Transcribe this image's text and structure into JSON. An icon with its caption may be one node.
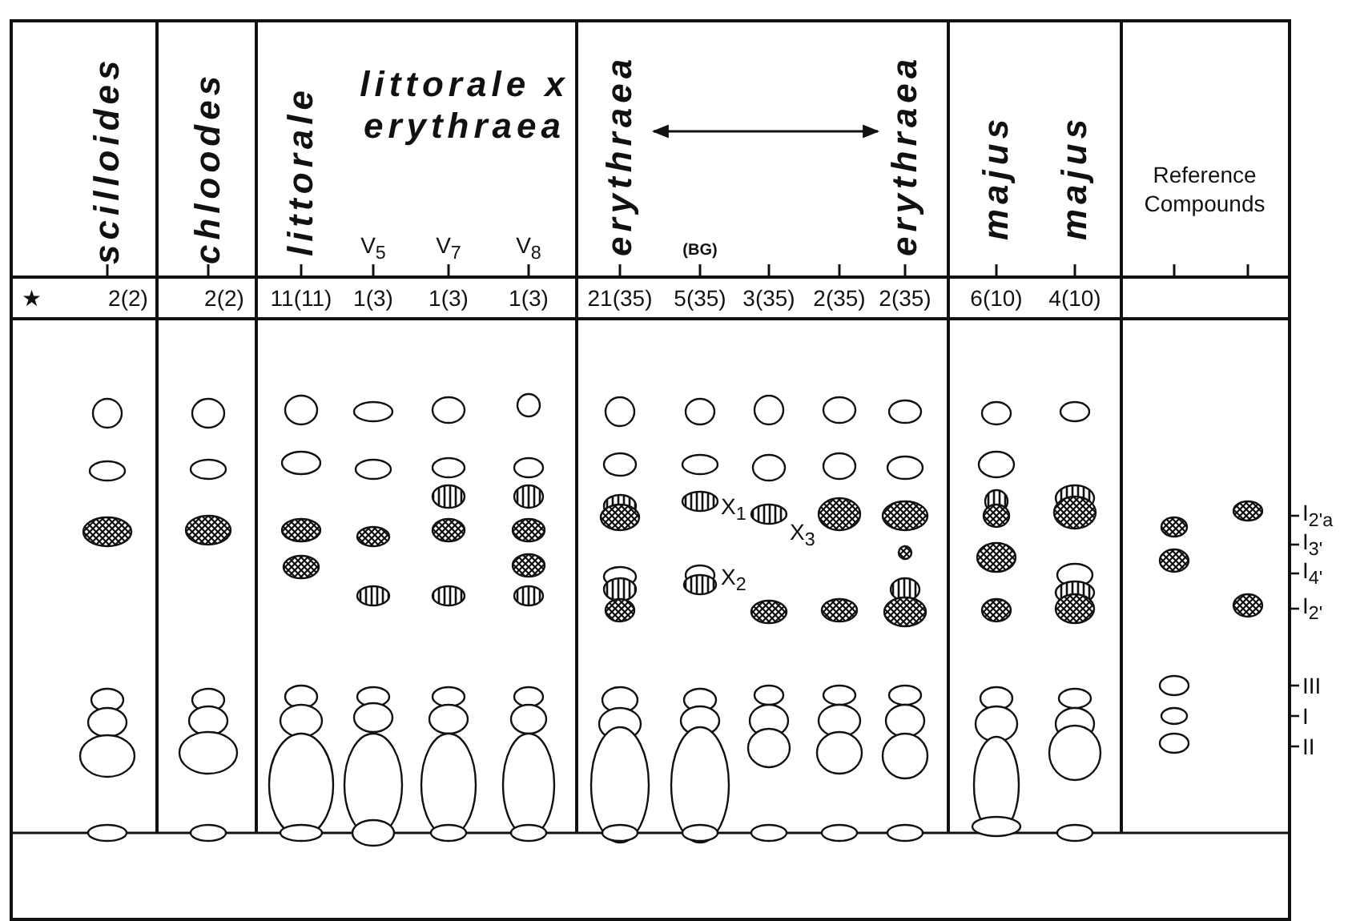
{
  "diagram": {
    "labels": [
      "scilloides",
      "chloodes",
      "littorale",
      "littorale x erythraea",
      "V$_{5}$",
      "V$_{7}$",
      "V$_{8}$",
      "erythraea",
      "(BG)",
      "erythraea",
      "majus",
      "majus",
      "Reference Compounds",
      "★",
      "2(2)",
      "2(2)",
      "11(11)",
      "1(3)",
      "1(3)",
      "1(3)",
      "21(35)",
      "5(35)",
      "3(35)",
      "2(35)",
      "2(35)",
      "6(10)",
      "4(10)",
      "X$_{1}$",
      "X$_{3}$",
      "X$_{2}$",
      "I$_{2'a}$",
      "I$_{3'}$",
      "I$_{4'}$",
      "I$_{2'}$",
      "III",
      "I",
      "II"
    ]
  }
}
